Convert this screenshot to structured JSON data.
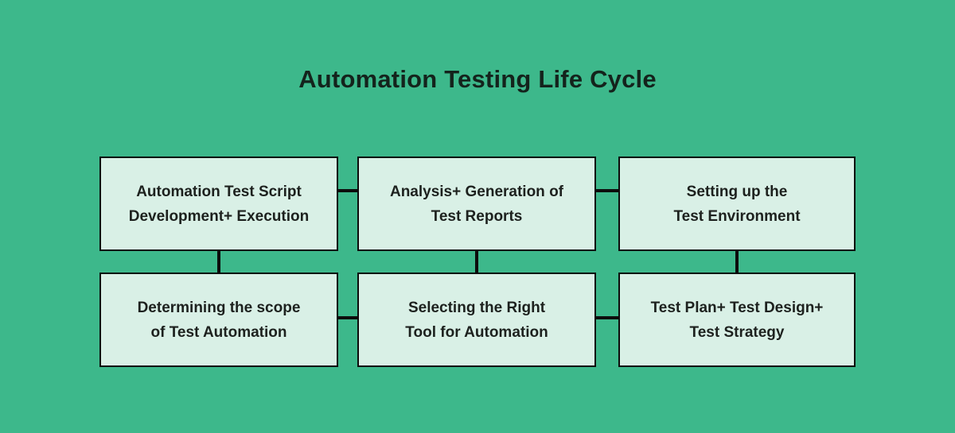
{
  "title": {
    "text": "Automation Testing Life Cycle"
  },
  "colors": {
    "background": "#3db88b",
    "box_fill": "#d9f0e6",
    "box_border": "#0c0c0c",
    "connector": "#0c0c0c",
    "title_text": "#14231c",
    "box_text": "#1d211e"
  },
  "diagram": {
    "boxes": [
      {
        "name": "automation-test-script-development-execution",
        "line1": "Automation Test Script",
        "line2": "Development+ Execution"
      },
      {
        "name": "analysis-generation-of-test-reports",
        "line1": "Analysis+ Generation of",
        "line2": "Test Reports"
      },
      {
        "name": "setting-up-the-test-environment",
        "line1": "Setting up the",
        "line2": "Test Environment"
      },
      {
        "name": "determining-the-scope-of-test-automation",
        "line1": "Determining the scope",
        "line2": "of Test Automation"
      },
      {
        "name": "selecting-the-right-tool-for-automation",
        "line1": "Selecting the Right",
        "line2": "Tool for Automation"
      },
      {
        "name": "test-plan-test-design-test-strategy",
        "line1": "Test Plan+ Test Design+",
        "line2": "Test Strategy"
      }
    ]
  }
}
